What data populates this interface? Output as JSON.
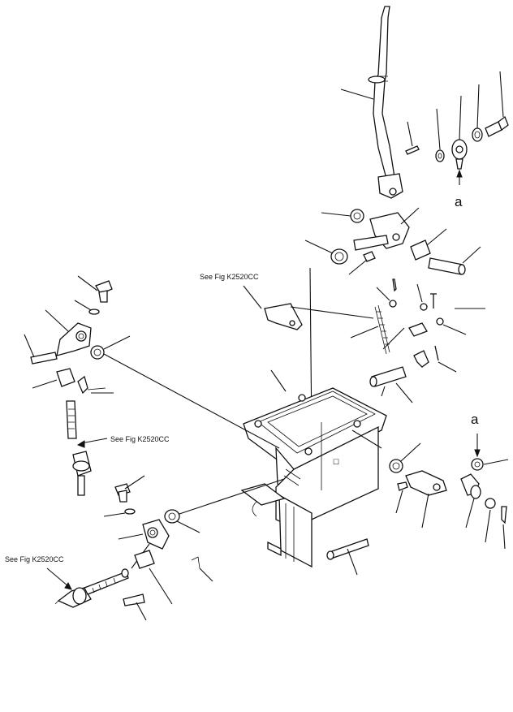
{
  "diagram": {
    "references": [
      "See Fig  K2520CC",
      "See Fig  K2520CC",
      "See Fig  K2520CC"
    ],
    "markers": [
      "a",
      "a"
    ]
  }
}
